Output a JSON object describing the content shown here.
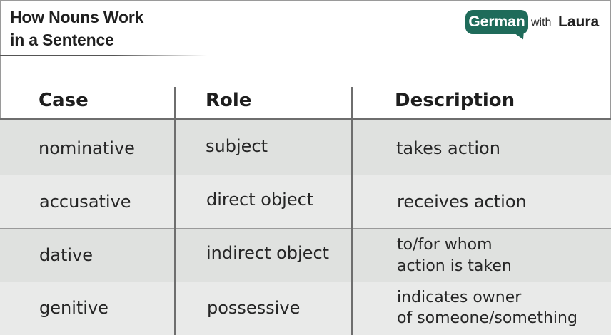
{
  "title": {
    "line1": "How Nouns Work",
    "line2": "in a Sentence"
  },
  "logo": {
    "german": "German",
    "with": "with",
    "laura": "Laura",
    "brand_color": "#1f6b5a"
  },
  "table": {
    "headers": {
      "case": "Case",
      "role": "Role",
      "description": "Description"
    },
    "rows": [
      {
        "case": "nominative",
        "role": "subject",
        "description_line1": "takes action",
        "description_line2": ""
      },
      {
        "case": "accusative",
        "role": "direct object",
        "description_line1": "receives action",
        "description_line2": ""
      },
      {
        "case": "dative",
        "role": "indirect object",
        "description_line1": "to/for whom",
        "description_line2": "action is taken"
      },
      {
        "case": "genitive",
        "role": "possessive",
        "description_line1": "indicates owner",
        "description_line2": "of someone/something"
      }
    ],
    "row_colors": [
      "#dfe1df",
      "#e9eae9"
    ],
    "divider_color": "#6e6e6e"
  }
}
